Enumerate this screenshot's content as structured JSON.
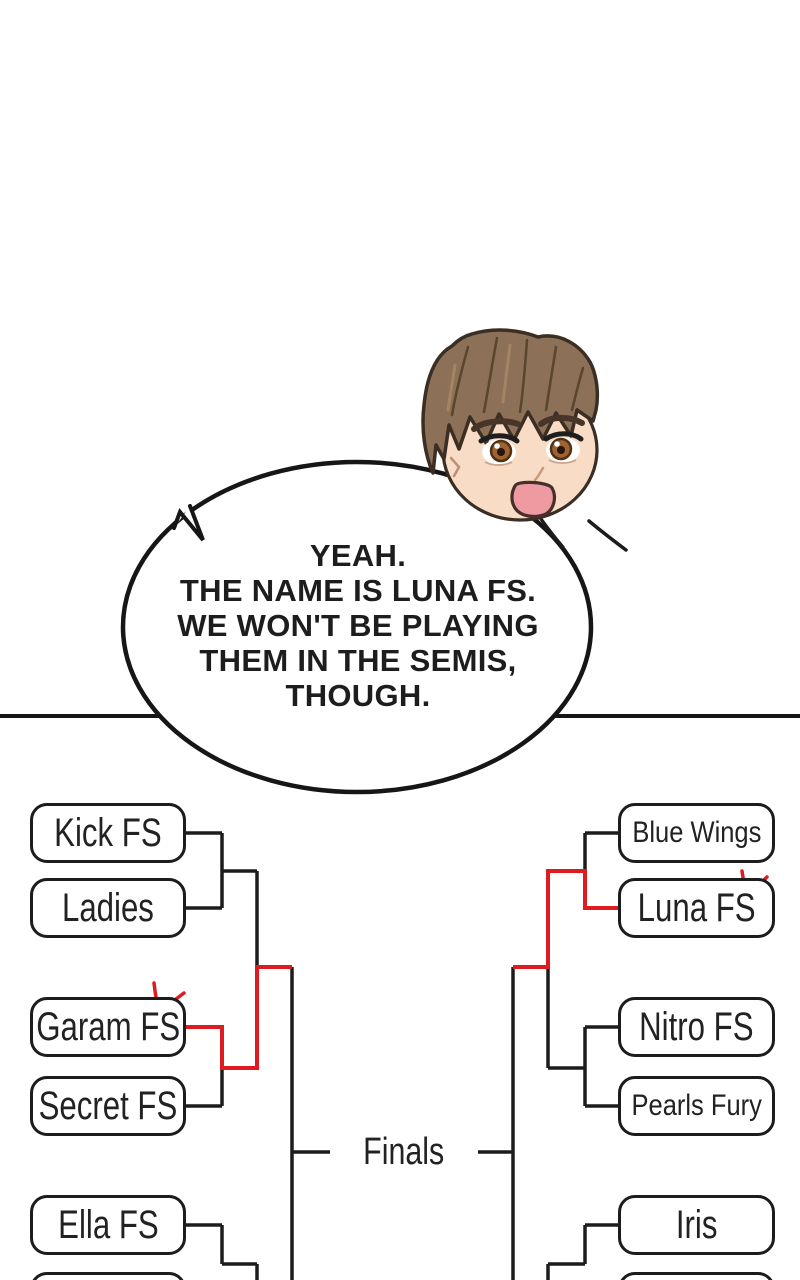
{
  "dialogue": {
    "text": "YEAH.\nTHE NAME IS LUNA FS.\nWE WON'T BE PLAYING\nTHEM IN THE SEMIS,\nTHOUGH."
  },
  "bracket": {
    "finals_label": "Finals",
    "left": [
      {
        "name": "Kick FS",
        "winner_mark": false
      },
      {
        "name": "Ladies",
        "winner_mark": false
      },
      {
        "name": "Garam FS",
        "winner_mark": true
      },
      {
        "name": "Secret FS",
        "winner_mark": false
      },
      {
        "name": "Ella FS",
        "winner_mark": false
      },
      {
        "name": "",
        "winner_mark": false
      }
    ],
    "right": [
      {
        "name": "Blue Wings",
        "winner_mark": false
      },
      {
        "name": "Luna FS",
        "winner_mark": true
      },
      {
        "name": "Nitro FS",
        "winner_mark": false
      },
      {
        "name": "Pearls Fury",
        "winner_mark": false
      },
      {
        "name": "Iris",
        "winner_mark": false
      },
      {
        "name": "",
        "winner_mark": false
      }
    ]
  },
  "colors": {
    "line": "#1c1c1c",
    "winner_path": "#dd1b20",
    "bubble_fill": "#ffffff",
    "hair": "#8c7058",
    "skin": "#f8dcc6",
    "mouth": "#ef9aa0"
  }
}
